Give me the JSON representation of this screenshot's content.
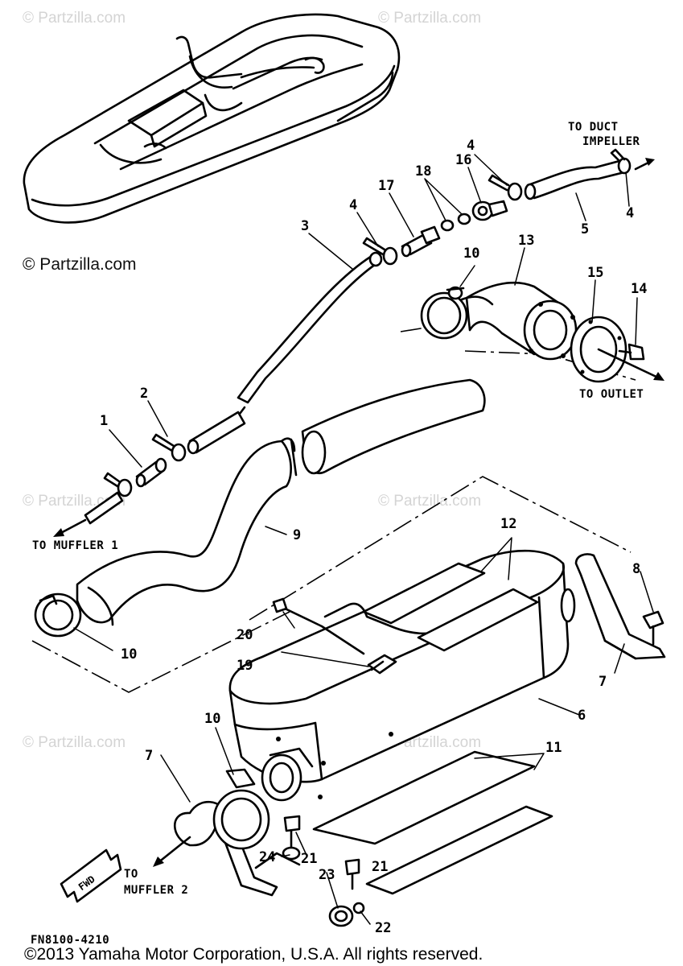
{
  "diagram_code": "FN8100-4210",
  "copyright": "©2013 Yamaha Motor Corporation, U.S.A. All rights reserved.",
  "watermark": {
    "text": "© Partzilla.com",
    "strong_text": "© Partzilla.com"
  },
  "destinations": {
    "duct_line1": "TO DUCT",
    "duct_line2": "IMPELLER",
    "outlet": "TO OUTLET",
    "muffler1": "TO MUFFLER 1",
    "muffler2_line1": "TO",
    "muffler2_line2": "MUFFLER 2",
    "fwd": "FWD"
  },
  "callouts": {
    "c1": "1",
    "c2": "2",
    "c3": "3",
    "c4a": "4",
    "c4b": "4",
    "c4c": "4",
    "c5": "5",
    "c6": "6",
    "c7a": "7",
    "c7b": "7",
    "c8": "8",
    "c9": "9",
    "c10a": "10",
    "c10b": "10",
    "c10c": "10",
    "c11": "11",
    "c12": "12",
    "c13": "13",
    "c14": "14",
    "c15": "15",
    "c16": "16",
    "c17": "17",
    "c18": "18",
    "c19": "19",
    "c20": "20",
    "c21a": "21",
    "c21b": "21",
    "c22": "22",
    "c23": "23",
    "c24": "24"
  }
}
